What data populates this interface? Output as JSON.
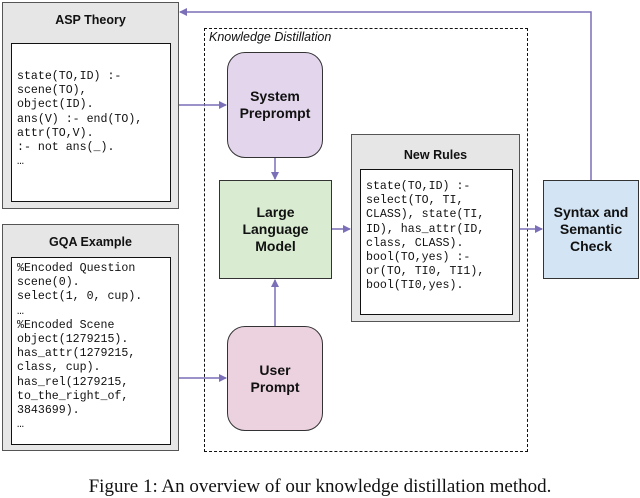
{
  "asp_theory": {
    "title": "ASP Theory",
    "code": [
      "state(TO,ID) :-",
      "scene(TO),",
      "object(ID).",
      "ans(V) :- end(TO),",
      "attr(TO,V).",
      ":- not ans(_).",
      "…"
    ]
  },
  "gqa_example": {
    "title": "GQA Example",
    "code": [
      "%Encoded Question",
      "scene(0).",
      "select(1, 0, cup).",
      "…",
      "%Encoded Scene",
      "object(1279215).",
      "has_attr(1279215,",
      "class, cup).",
      "has_rel(1279215,",
      "to_the_right_of,",
      "3843699).",
      "…"
    ]
  },
  "knowledge_distillation": {
    "label": "Knowledge Distillation"
  },
  "nodes": {
    "system_prompt": [
      "System",
      "Preprompt"
    ],
    "llm": [
      "Large",
      "Language",
      "Model"
    ],
    "user_prompt": [
      "User",
      "Prompt"
    ],
    "syntax_check": [
      "Syntax and",
      "Semantic",
      "Check"
    ]
  },
  "new_rules": {
    "title": "New Rules",
    "code": [
      "state(TO,ID) :-",
      "select(TO, TI,",
      "CLASS), state(TI,",
      "ID), has_attr(ID,",
      "class, CLASS).",
      "bool(TO,yes) :-",
      "or(TO, TI0, TI1),",
      "bool(TI0,yes)."
    ]
  },
  "colors": {
    "system_prompt_fill": "#e2d5ec",
    "llm_fill": "#d9ecd2",
    "user_prompt_fill": "#ecd2df",
    "syntax_fill": "#d3e5f5",
    "arrow": "#7b6fb8",
    "panel_fill": "#e6e6e6"
  },
  "caption": "Figure 1: An overview of our knowledge distillation method."
}
